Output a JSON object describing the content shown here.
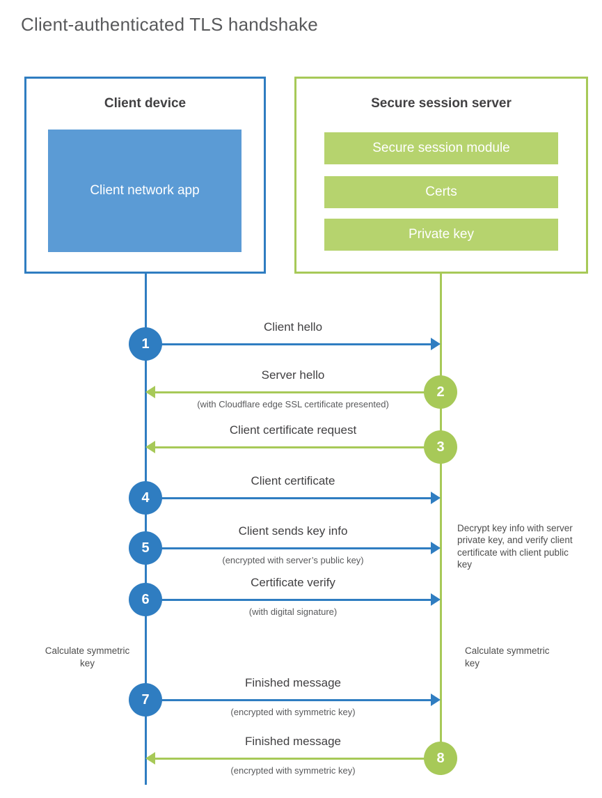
{
  "title": "Client-authenticated TLS handshake",
  "colors": {
    "blue": "#2f7dc1",
    "blue_fill": "#5b9bd5",
    "green": "#a7c958",
    "green_fill": "#b6d36e"
  },
  "client": {
    "title": "Client device",
    "app_label": "Client network app"
  },
  "server": {
    "title": "Secure session server",
    "modules": [
      "Secure session module",
      "Certs",
      "Private key"
    ]
  },
  "steps": [
    {
      "number": "1",
      "actor": "client",
      "direction": "client-to-server",
      "label": "Client hello",
      "note": ""
    },
    {
      "number": "2",
      "actor": "server",
      "direction": "server-to-client",
      "label": "Server hello",
      "note": "(with Cloudflare edge SSL certificate presented)"
    },
    {
      "number": "3",
      "actor": "server",
      "direction": "server-to-client",
      "label": "Client certificate request",
      "note": ""
    },
    {
      "number": "4",
      "actor": "client",
      "direction": "client-to-server",
      "label": "Client certificate",
      "note": ""
    },
    {
      "number": "5",
      "actor": "client",
      "direction": "client-to-server",
      "label": "Client sends key info",
      "note": "(encrypted with server’s public key)"
    },
    {
      "number": "6",
      "actor": "client",
      "direction": "client-to-server",
      "label": "Certificate verify",
      "note": "(with digital signature)"
    },
    {
      "number": "7",
      "actor": "client",
      "direction": "client-to-server",
      "label": "Finished message",
      "note": "(encrypted with symmetric key)"
    },
    {
      "number": "8",
      "actor": "server",
      "direction": "server-to-client",
      "label": "Finished message",
      "note": "(encrypted with symmetric key)"
    }
  ],
  "annotations": {
    "decrypt_note": "Decrypt key info with server private key, and verify client certificate with client public key",
    "calc_left": "Calculate symmetric key",
    "calc_right": "Calculate symmetric key"
  }
}
